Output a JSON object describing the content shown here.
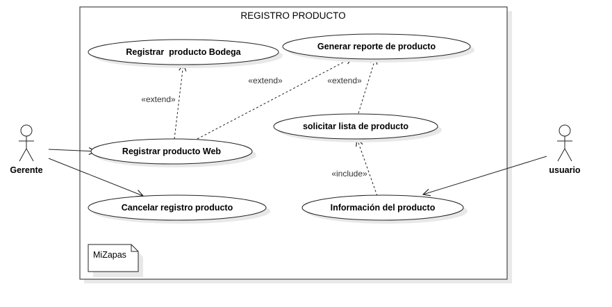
{
  "system": {
    "title": "REGISTRO PRODUCTO"
  },
  "actors": [
    {
      "id": "gerente",
      "label": "Gerente"
    },
    {
      "id": "usuario",
      "label": "usuario"
    }
  ],
  "use_cases": [
    {
      "id": "registrar_bodega",
      "label": "Registrar  producto Bodega"
    },
    {
      "id": "generar_reporte",
      "label": "Generar reporte de producto"
    },
    {
      "id": "solicitar_lista",
      "label": "solicitar lista de producto"
    },
    {
      "id": "registrar_web",
      "label": "Registrar producto Web"
    },
    {
      "id": "cancelar_registro",
      "label": "Cancelar registro producto"
    },
    {
      "id": "informacion",
      "label": "Información del producto"
    }
  ],
  "relations": [
    {
      "from": "registrar_web",
      "to": "registrar_bodega",
      "type": "dependency",
      "stereotype": "«extend»"
    },
    {
      "from": "registrar_web",
      "to": "generar_reporte",
      "type": "dependency",
      "stereotype": "«extend»"
    },
    {
      "from": "solicitar_lista",
      "to": "generar_reporte",
      "type": "dependency",
      "stereotype": "«extend»"
    },
    {
      "from": "informacion",
      "to": "solicitar_lista",
      "type": "dependency",
      "stereotype": "«include»"
    },
    {
      "from": "gerente",
      "to": "registrar_web",
      "type": "association"
    },
    {
      "from": "gerente",
      "to": "cancelar_registro",
      "type": "association"
    },
    {
      "from": "usuario",
      "to": "informacion",
      "type": "association"
    }
  ],
  "note": {
    "text": "MiZapas"
  }
}
